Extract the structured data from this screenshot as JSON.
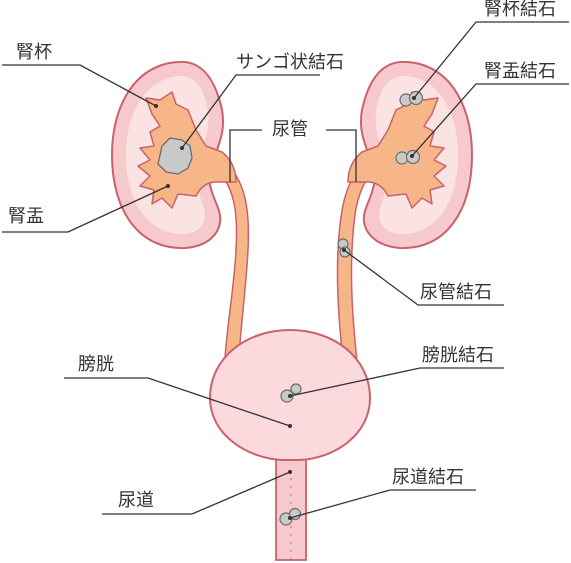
{
  "labels": {
    "renal_calyx": "腎杯",
    "staghorn_stone": "サンゴ状結石",
    "ureter": "尿管",
    "renal_pelvis": "腎盂",
    "bladder": "膀胱",
    "urethra": "尿道",
    "calyceal_stone": "腎杯結石",
    "pelvic_stone": "腎盂結石",
    "ureteral_stone": "尿管結石",
    "bladder_stone": "膀胱結石",
    "urethral_stone": "尿道結石"
  },
  "colors": {
    "kidney_outer": "#f6c9cd",
    "kidney_outline": "#c9626a",
    "kidney_inner": "#fbe3e4",
    "collecting_system": "#f7b687",
    "collecting_outline": "#c9626a",
    "stone_fill": "#c9c9c9",
    "stone_outline": "#6b6b6b",
    "bladder_fill": "#fbd9dc",
    "text": "#333333"
  }
}
